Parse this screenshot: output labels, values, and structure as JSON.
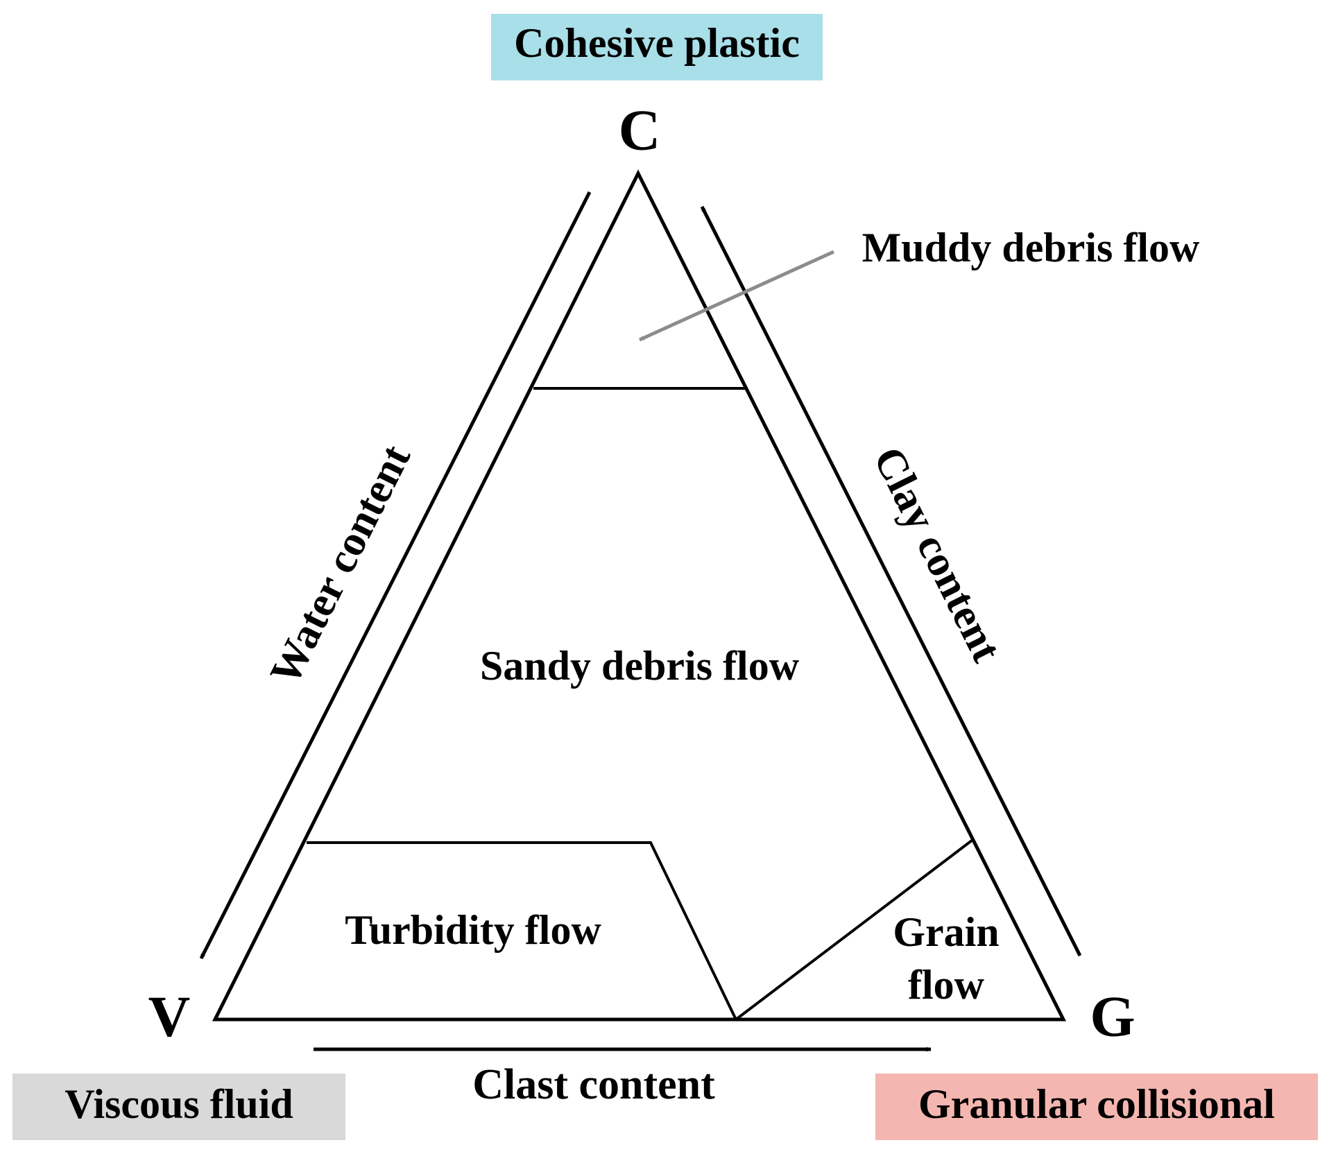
{
  "vertices": {
    "top": "C",
    "left": "V",
    "right": "G"
  },
  "end_members": {
    "cohesive": {
      "label": "Cohesive plastic",
      "color": "#a8dfe8"
    },
    "viscous": {
      "label": "Viscous fluid",
      "color": "#d9d9d9"
    },
    "granular": {
      "label": "Granular collisional",
      "color": "#f4b6b0"
    }
  },
  "axes": {
    "water": "Water content",
    "clay": "Clay content",
    "clast": "Clast content"
  },
  "regions": {
    "muddy": "Muddy debris flow",
    "sandy": "Sandy debris flow",
    "turbidity": "Turbidity flow",
    "grain_line1": "Grain",
    "grain_line2": "flow"
  },
  "colors": {
    "line": "#000000",
    "pointer": "#8c8c8c"
  }
}
